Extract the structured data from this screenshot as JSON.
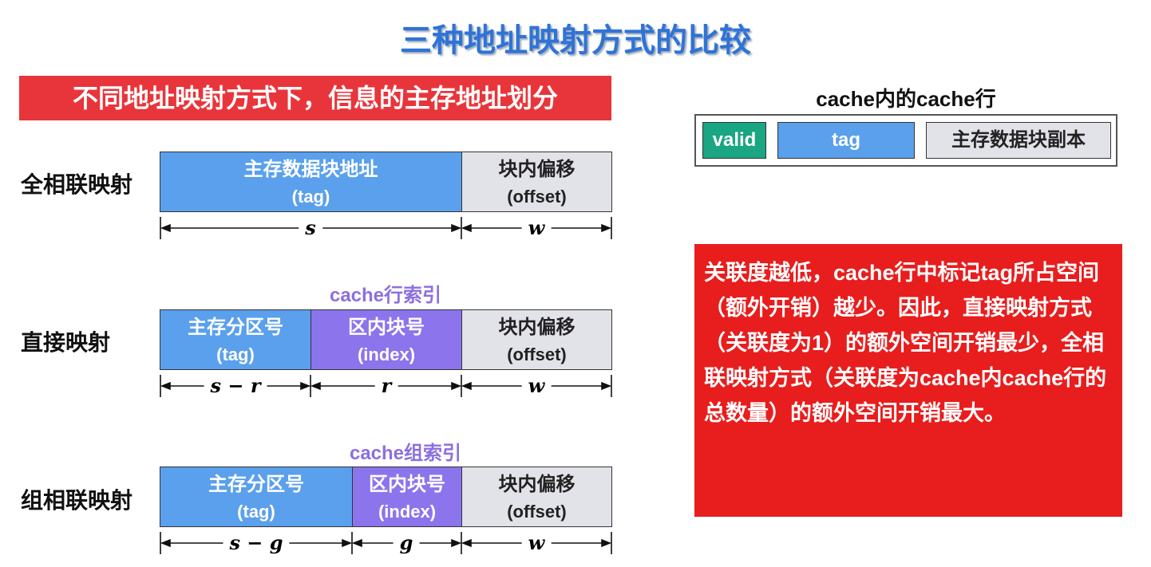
{
  "title": "三种地址映射方式的比较",
  "banner": "不同地址映射方式下，信息的主存地址划分",
  "rows": {
    "full": {
      "label": "全相联映射",
      "tag_title": "主存数据块地址",
      "tag_sub": "(tag)",
      "offset_title": "块内偏移",
      "offset_sub": "(offset)",
      "m_tag": "s",
      "m_offset": "w"
    },
    "direct": {
      "index_caption": "cache行索引",
      "label": "直接映射",
      "tag_title": "主存分区号",
      "tag_sub": "(tag)",
      "index_title": "区内块号",
      "index_sub": "(index)",
      "offset_title": "块内偏移",
      "offset_sub": "(offset)",
      "m_tag": "s − r",
      "m_index": "r",
      "m_offset": "w"
    },
    "set": {
      "index_caption": "cache组索引",
      "label": "组相联映射",
      "tag_title": "主存分区号",
      "tag_sub": "(tag)",
      "index_title": "区内块号",
      "index_sub": "(index)",
      "offset_title": "块内偏移",
      "offset_sub": "(offset)",
      "m_tag": "s − g",
      "m_index": "g",
      "m_offset": "w"
    }
  },
  "cache_line": {
    "title": "cache内的cache行",
    "valid": "valid",
    "tag": "tag",
    "data": "主存数据块副本"
  },
  "note": "关联度越低，cache行中标记tag所占空间（额外开销）越少。因此，直接映射方式（关联度为1）的额外空间开销最少，全相联映射方式（关联度为cache内cache行的总数量）的额外空间开销最大。",
  "colors": {
    "title": "#2f73d6",
    "banner": "#e8353b",
    "tag_blue": "#5aa0ec",
    "index_purple": "#8c74ec",
    "offset_gray": "#e2e2e9",
    "valid_green": "#1aa583",
    "note_red": "#e81d1d"
  }
}
